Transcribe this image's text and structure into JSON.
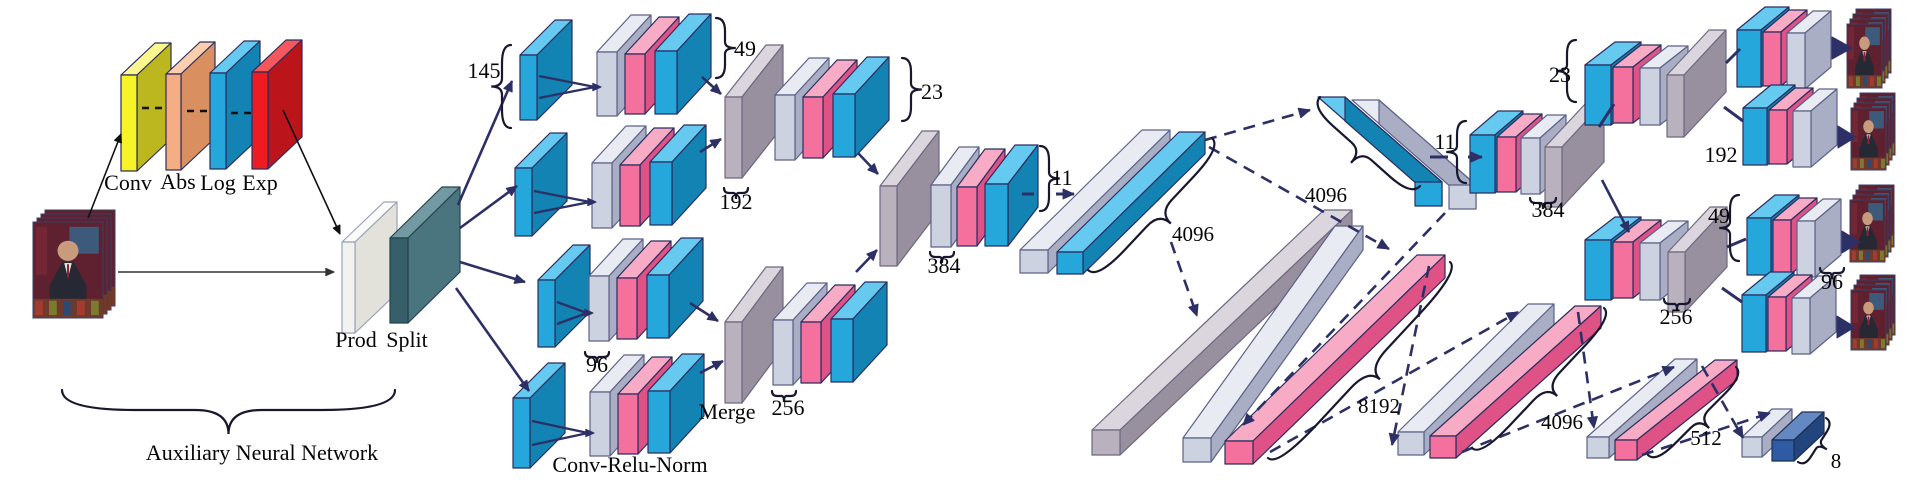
{
  "figure": {
    "type": "neural-network-architecture-diagram",
    "aux": {
      "conv": "Conv",
      "abs": "Abs",
      "log": "Log",
      "exp": "Exp",
      "prod": "Prod",
      "split": "Split",
      "brace_label": "Auxiliary Neural Network"
    },
    "encoder": {
      "n145": "145",
      "n49": "49",
      "n23": "23",
      "n192": "192",
      "n96": "96",
      "n256": "256",
      "n384": "384",
      "n11": "11",
      "merge_label": "Merge",
      "conv_relu_norm_label": "Conv-Relu-Norm"
    },
    "fc": {
      "fc_enc": "4096",
      "fc_dec": "4096",
      "fc_mid_a": "8192",
      "fc_mid_b": "4096",
      "fc_mid_c": "512",
      "fc_out": "8"
    },
    "decoder": {
      "n11": "11",
      "n384": "384",
      "n23": "23",
      "n192": "192",
      "n49": "49",
      "n96": "96",
      "n256": "256"
    },
    "icons": {
      "input": "input-image-stack",
      "outputs": [
        "output-image-stack-1",
        "output-image-stack-2",
        "output-image-stack-3",
        "output-image-stack-4"
      ]
    },
    "colors": {
      "conv_blue": "#25a7dc",
      "relu_pink": "#f4719e",
      "norm_gray": "#cdd2e0",
      "merge_gray": "#b9b1bd",
      "split_teal": "#365f69",
      "aux_yellow": "#f7f327",
      "aux_orange": "#f5ad83",
      "aux_log_blue": "#29aae1",
      "aux_red": "#ee1b23",
      "output_dark_blue": "#2e5ba3",
      "connector_navy": "#2d3066"
    }
  }
}
